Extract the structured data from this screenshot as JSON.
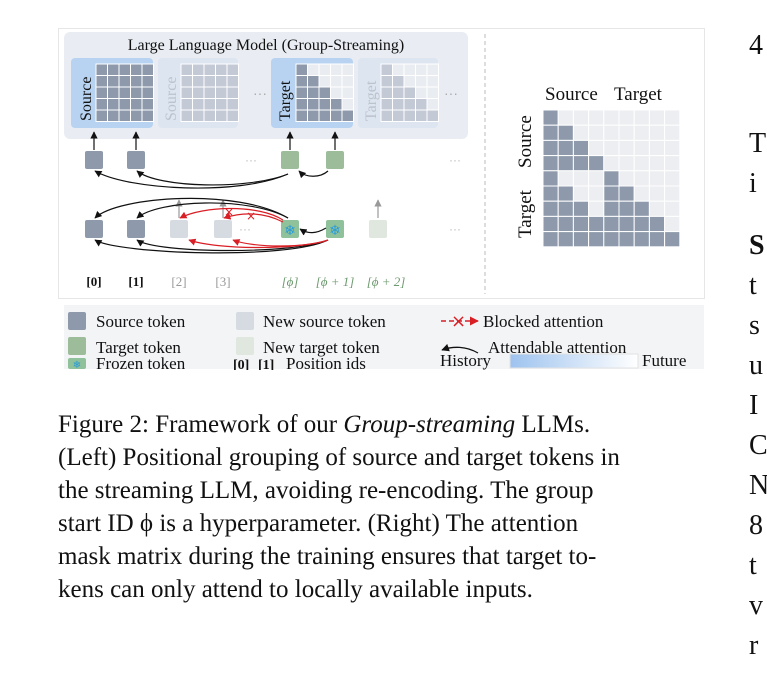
{
  "figure": {
    "llm_title": "Large Language Model (Group-Streaming)",
    "block_labels": {
      "source": "Source",
      "source_faded": "Source",
      "target": "Target",
      "target_faded": "Target"
    },
    "ellipsis": "···",
    "position_ids": [
      "[0]",
      "[1]",
      "[2]",
      "[3]",
      "[ϕ]",
      "[ϕ + 1]",
      "[ϕ + 2]"
    ],
    "mask": {
      "col_header_source": "Source",
      "col_header_target": "Target",
      "row_header_source": "Source",
      "row_header_target": "Target"
    },
    "legend": {
      "source_token": "Source token",
      "new_source_token": "New source token",
      "blocked_attention": "Blocked attention",
      "target_token": "Target token",
      "new_target_token": "New target token",
      "attendable_attention": "Attendable attention",
      "frozen_token": "Frozen token",
      "position_ids_label": "Position ids",
      "pos0": "[0]",
      "pos1": "[1]",
      "history": "History",
      "future": "Future"
    },
    "colors": {
      "source": "#8e9aab",
      "target": "#9dbd9a",
      "new_source": "#d6dbe2",
      "new_target": "#dfe7de",
      "frozen": "#8fc19a",
      "blocked": "#d81f26",
      "llm_bg": "#e9edf3",
      "highlight": "#b8d3f1"
    }
  },
  "caption": {
    "line1_pre": "Figure 2: Framework of our ",
    "line1_em": "Group-streaming",
    "line1_post": " LLMs.",
    "line2": "(Left) Positional grouping of source and target tokens in",
    "line3": "the streaming LLM, avoiding re-encoding. The group",
    "line4": "start ID ϕ is a hyperparameter. (Right) The attention",
    "line5": "mask matrix during the training ensures that target to-",
    "line6": "kens can only attend to locally available inputs."
  },
  "right_edge": {
    "lines": [
      "4",
      "T",
      "i",
      "S",
      "t",
      "s",
      "u",
      "I",
      "C",
      "N",
      "8",
      "t",
      "v",
      "r"
    ]
  }
}
